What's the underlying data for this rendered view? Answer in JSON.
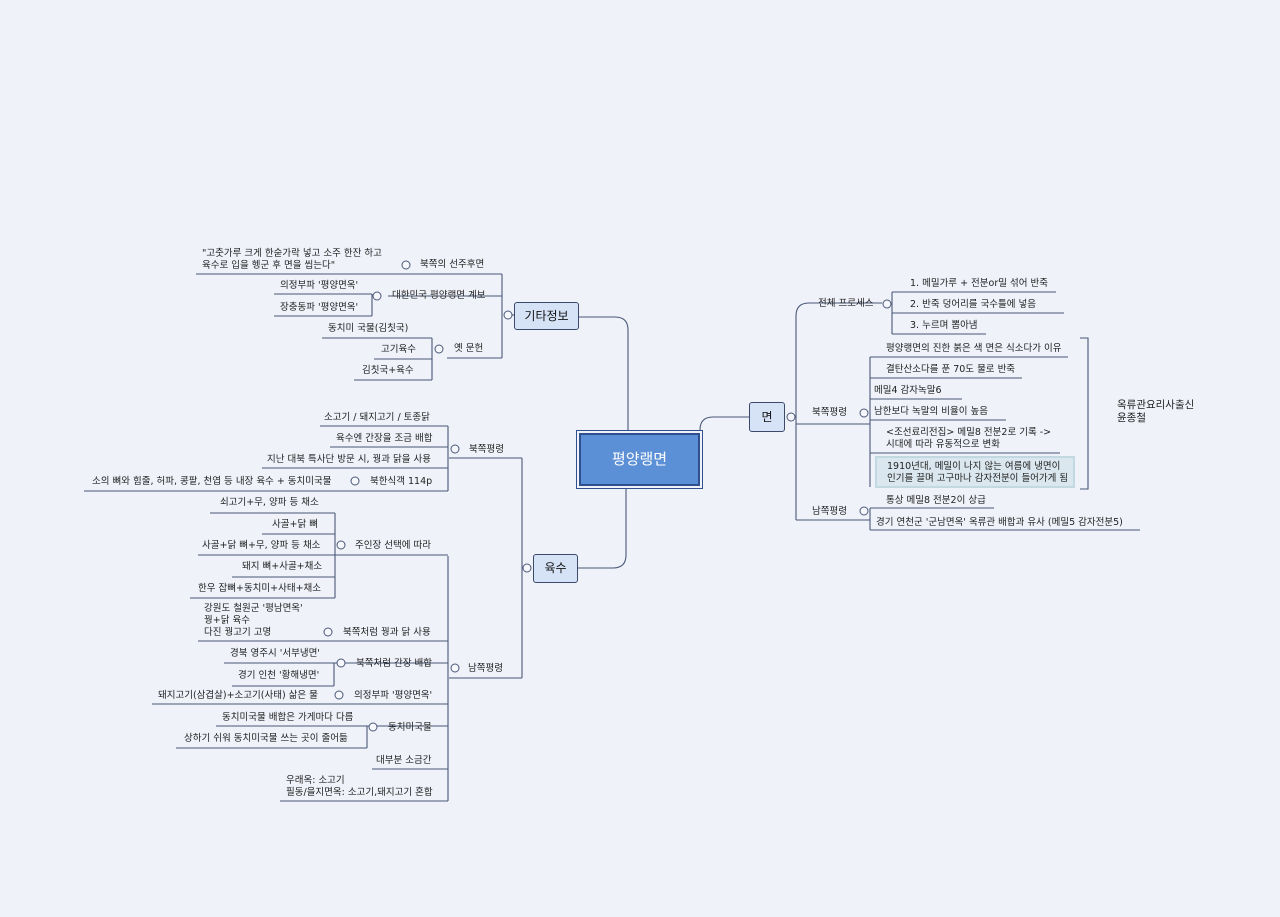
{
  "central": "평양랭면",
  "main": {
    "misc": "기타정보",
    "broth": "육수",
    "noodle": "면"
  },
  "misc": {
    "northern_after_drink": "북쪽의 선주후면",
    "quote_line1": "\"고춧가루 크게 한숟가락 넣고 소주 한잔 하고",
    "quote_line2": "육수로 입을 헹군 후 면을 씹는다\"",
    "korea_lineage": "대한민국 평양랭면 계보",
    "uijeongbu": "의정부파 '평양면옥'",
    "jangchung": "장충동파 '평양면옥'",
    "old_literature": "옛 문헌",
    "dongchimi": "동치미 국물(김칫국)",
    "meat_broth": "고기육수",
    "kimchi_broth": "김칫국+육수"
  },
  "broth": {
    "north": "북쪽평령",
    "north_items": [
      "소고기 / 돼지고기 / 토종닭",
      "육수엔 간장을 조금 배합",
      "지난 대북 특사단 방문 시, 꿩과 닭을 사용"
    ],
    "north_diet": "북한식객 114p",
    "north_diet_detail": "소의 뼈와 힘줄, 허파, 콩팥, 천엽 등 내장 육수 + 동치미국물",
    "south": "남쪽평령",
    "owner_choice": "주인장 선택에 따라",
    "owner_items": [
      "쇠고기+무, 양파 등 채소",
      "사골+닭 뼈",
      "사골+닭 뼈+무, 양파 등 채소",
      "돼지 뼈+사골+채소",
      "한우 잡뼈+동치미+사태+채소"
    ],
    "pheasant_label": "북쪽처럼 꿩과 닭 사용",
    "pheasant_lines": [
      "강원도 철원군 '평남면옥'",
      "꿩+닭 육수",
      "다진 꿩고기 고명"
    ],
    "soy_label": "북쪽처럼 간장 배합",
    "soy_items": [
      "경북 영주시 '서부냉면'",
      "경기 인천 '황해냉면'"
    ],
    "uijeongbu": "의정부파 '평양면옥'",
    "uijeongbu_detail": "돼지고기(삼겹살)+소고기(사태) 삶은 물",
    "dongchimi_label": "동치미국물",
    "dongchimi_items": [
      "동치미국물 배합은 가게마다 다름",
      "상하기 쉬워 동치미국물 쓰는 곳이 줄어듦"
    ],
    "salt": "대부분 소금간",
    "ulmildae_line1": "우래옥: 소고기",
    "ulmildae_line2": "필동/을지면옥: 소고기,돼지고기 혼합"
  },
  "noodle": {
    "process": "전체 프로세스",
    "process_steps": [
      "1. 메밀가루 + 전분or밀 섞어 반죽",
      "2. 반죽 덩어리를 국수틀에 넣음",
      "3. 누르며 뽑아냄"
    ],
    "north": "북쪽평령",
    "north_items": [
      "평양랭면의 진한 붉은 색 면은 식소다가 이유",
      "결탄산소다를 푼 70도 물로 반죽",
      "메밀4 감자녹말6",
      "남한보다 녹말의 비율이 높음"
    ],
    "record_line1": "<조선료리전집> 메밀8 전분2로 기록 ->",
    "record_line2": "시대에 따라 유동적으로 변화",
    "hl_line1": "1910년대, 메밀이 나지 않는 여름에 냉면이",
    "hl_line2": "인기를 끌며 고구마나 감자전분이 들어가게 됨",
    "source_line1": "옥류관요리사출신",
    "source_line2": "윤종철",
    "south": "남쪽평령",
    "south_items": [
      "통상 메밀8 전분2이 상급",
      "경기 연천군 '군남면옥' 옥류관 배합과 유사 (메밀5 감자전분5)"
    ]
  }
}
